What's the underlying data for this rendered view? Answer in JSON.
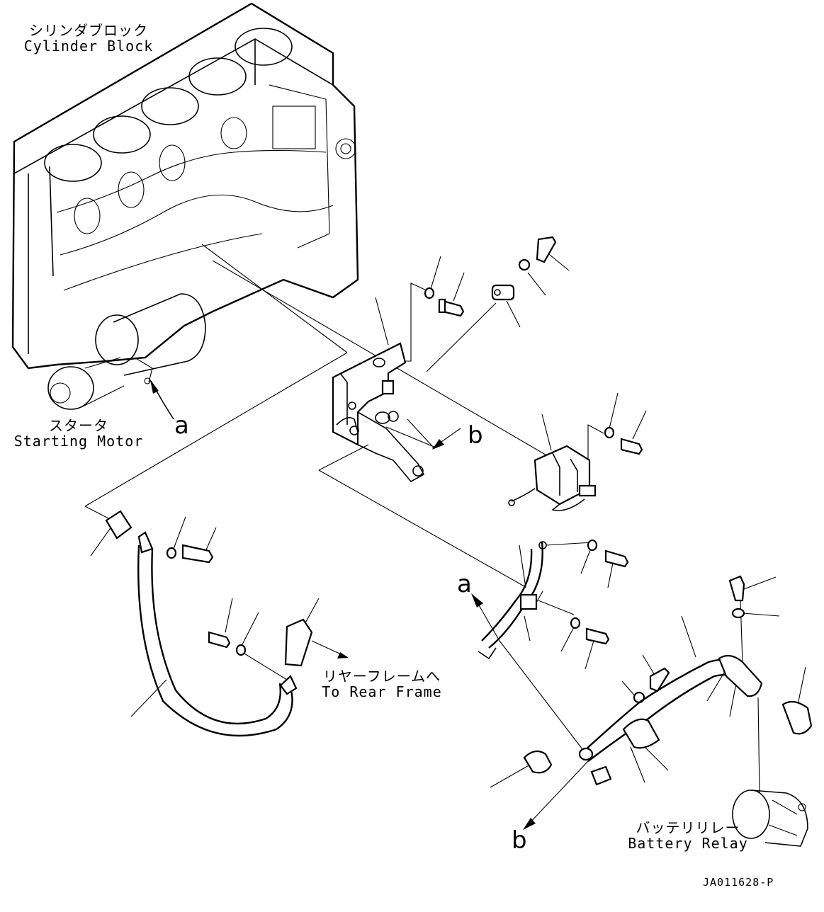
{
  "labels": {
    "cylinder_block": {
      "jp": "シリンダブロック",
      "en": "Cylinder Block"
    },
    "starting_motor": {
      "jp": "スタータ",
      "en": "Starting Motor"
    },
    "rear_frame": {
      "jp": "リヤーフレームへ",
      "en": "To Rear Frame"
    },
    "battery_relay": {
      "jp": "バッテリリレー",
      "en": "Battery Relay"
    }
  },
  "reference_marks": {
    "a": "a",
    "b": "b"
  },
  "drawing_code": "JA011628-P"
}
